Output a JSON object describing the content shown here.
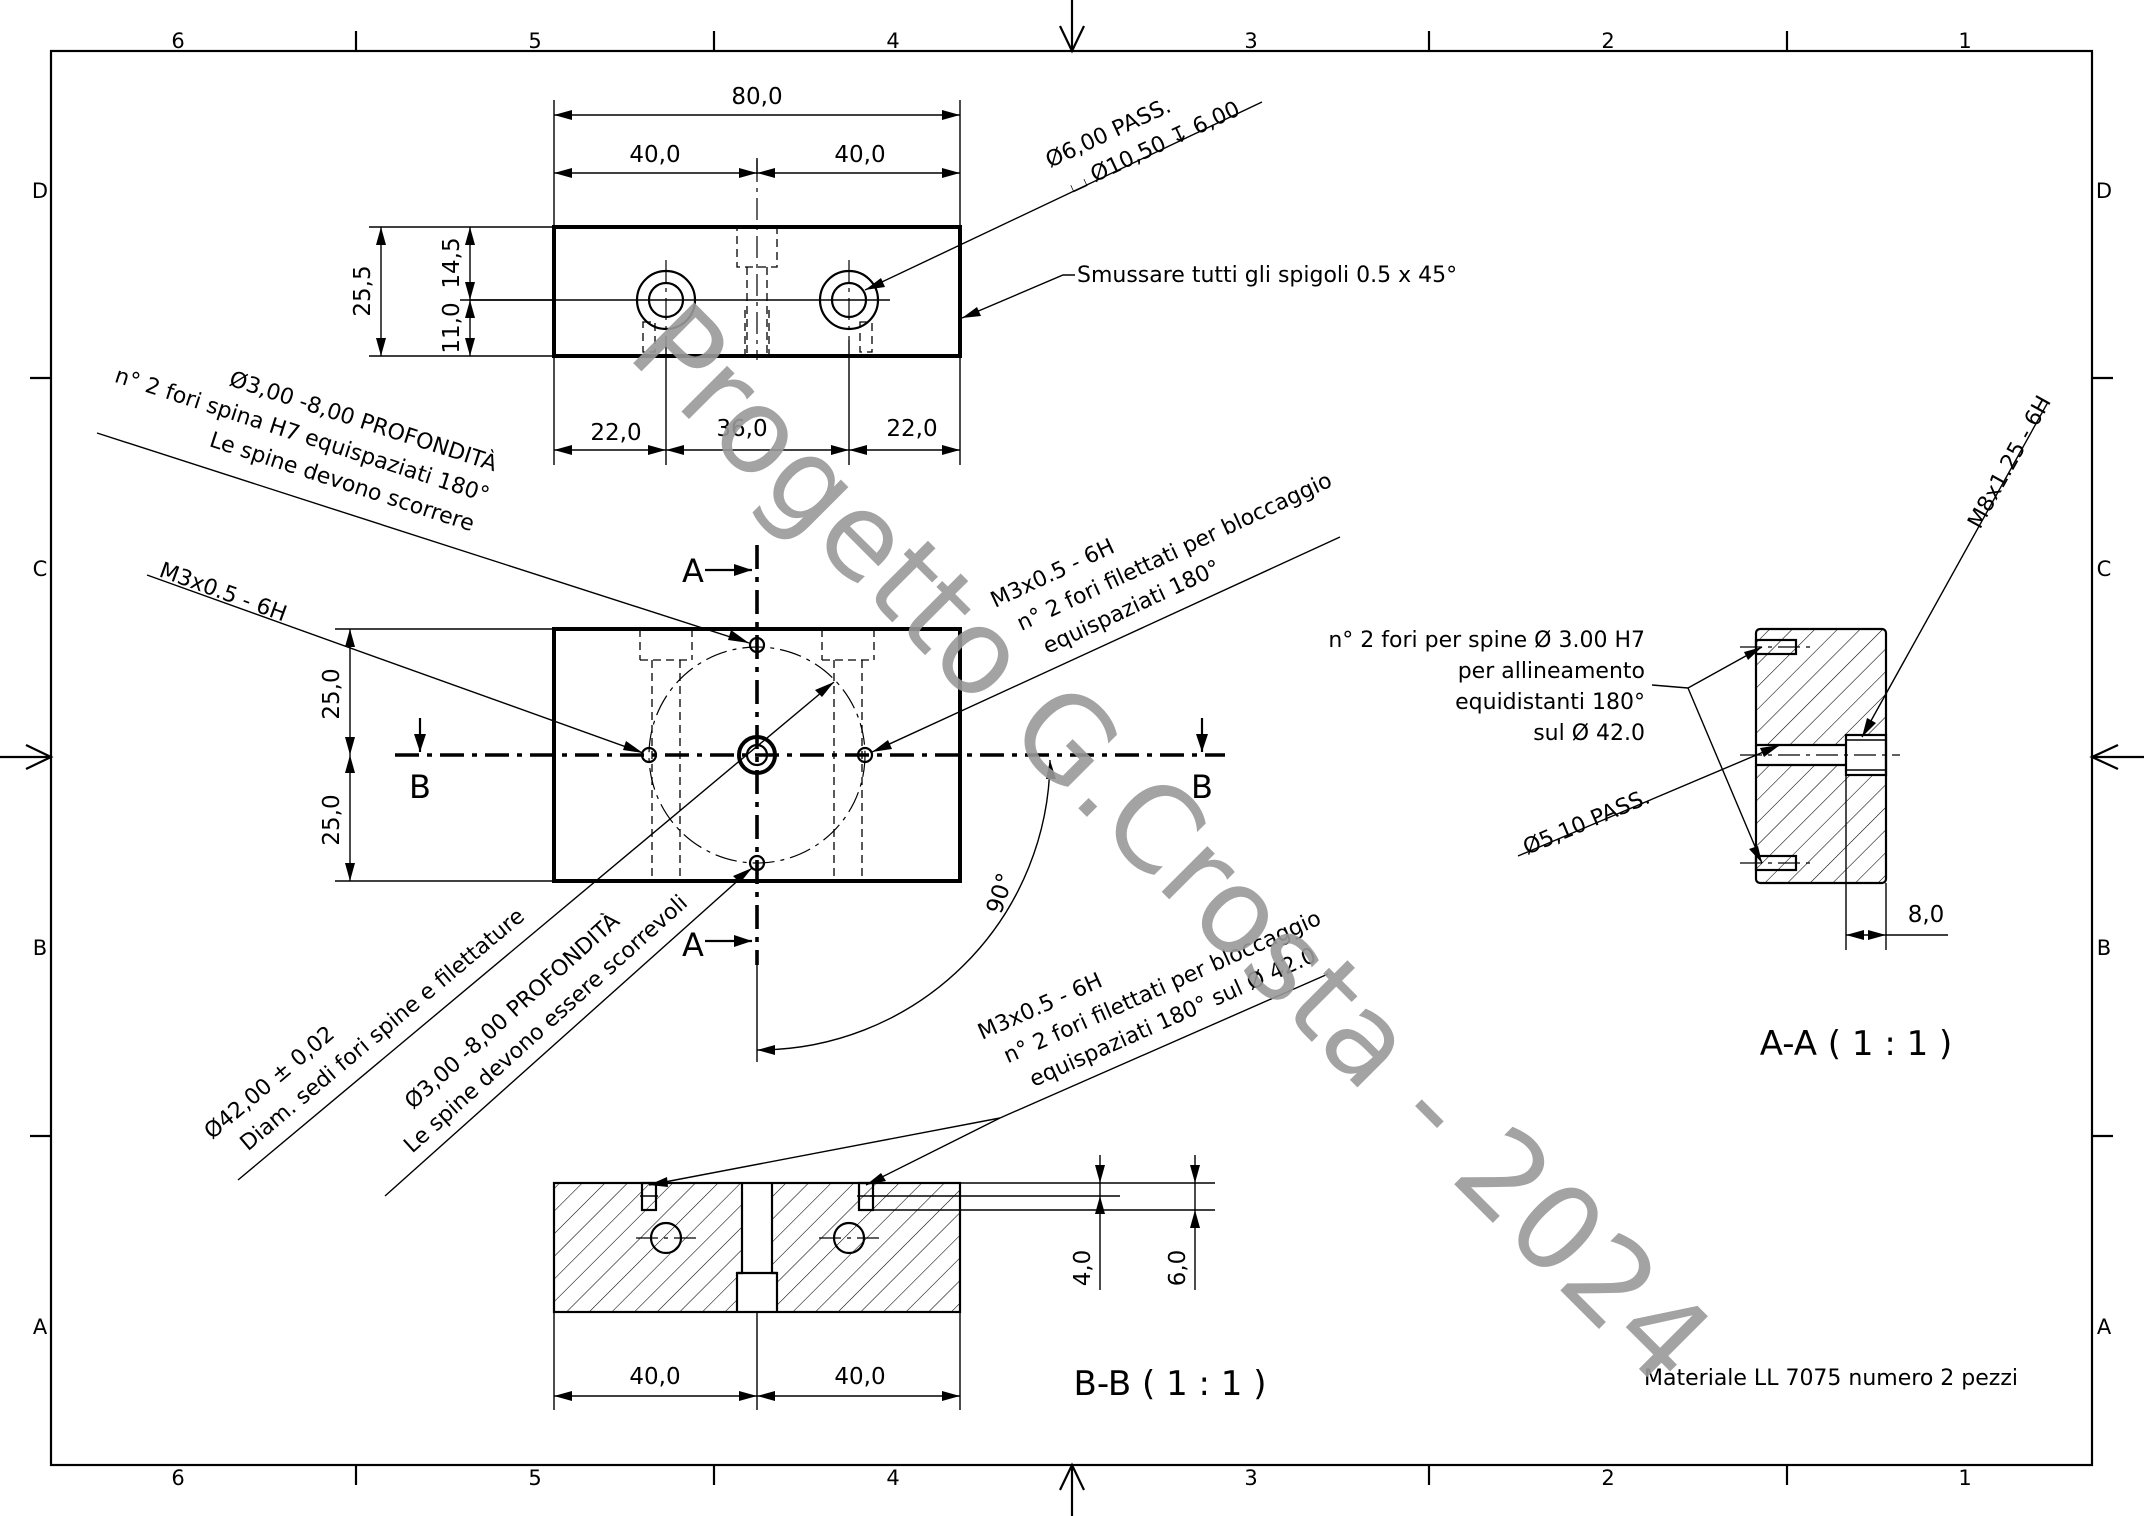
{
  "frame": {
    "columns": [
      "6",
      "5",
      "4",
      "3",
      "2",
      "1"
    ],
    "rows": [
      "D",
      "C",
      "B",
      "A"
    ]
  },
  "watermark": "Progetto G.Crosta - 2024",
  "top_view": {
    "dims": {
      "overall_width": "80,0",
      "half_left": "40,0",
      "half_right": "40,0",
      "height": "25,5",
      "upper": "14,5",
      "lower": "11,0",
      "left_offset": "22,0",
      "center_span": "36,0",
      "right_offset": "22,0"
    },
    "hole_callout_line1": "Ø6,00 PASS.",
    "hole_callout_line2": "⌴ Ø10,50 ↧ 6,00",
    "chamfer_note": "Smussare tutti gli spigoli 0.5 x 45°"
  },
  "front_view": {
    "dims": {
      "upper_half": "25,0",
      "lower_half": "25,0",
      "angle": "90°"
    },
    "section_labels": {
      "a_top": "A",
      "a_bottom": "A",
      "b_left": "B",
      "b_right": "B"
    },
    "note_pin_holes": [
      "Ø3,00 -8,00 PROFONDITÀ",
      "n° 2 fori spina H7 equispaziati 180°",
      "Le spine devono scorrere"
    ],
    "note_m3_left": "M3x0.5 - 6H",
    "note_m3_right": [
      "M3x0.5 - 6H",
      "n° 2 fori filettati per bloccaggio",
      "equispaziati 180°"
    ],
    "note_diameter": [
      "Ø42,00 ± 0,02",
      "Diam. sedi fori spine e filettature"
    ],
    "note_pin_slide": [
      "Ø3,00 -8,00 PROFONDITÀ",
      "Le spine devono essere scorrevoli"
    ]
  },
  "section_bb": {
    "title": "B-B ( 1 : 1 )",
    "note": [
      "M3x0.5 - 6H",
      "n° 2 fori filettati per bloccaggio",
      "equispaziati 180° sul Ø 42.0"
    ],
    "dims": {
      "left": "40,0",
      "right": "40,0",
      "depth_a": "4,0",
      "depth_b": "6,0"
    }
  },
  "section_aa": {
    "title": "A-A ( 1 : 1 )",
    "note_pins": [
      "n° 2 fori per spine Ø 3.00 H7",
      "per allineamento",
      "equidistanti 180°",
      "sul Ø 42.0"
    ],
    "note_through": "Ø5,10 PASS.",
    "note_thread": "M8x1.25 - 6H",
    "dim_depth": "8,0"
  },
  "material_note": "Materiale LL 7075 numero 2 pezzi"
}
